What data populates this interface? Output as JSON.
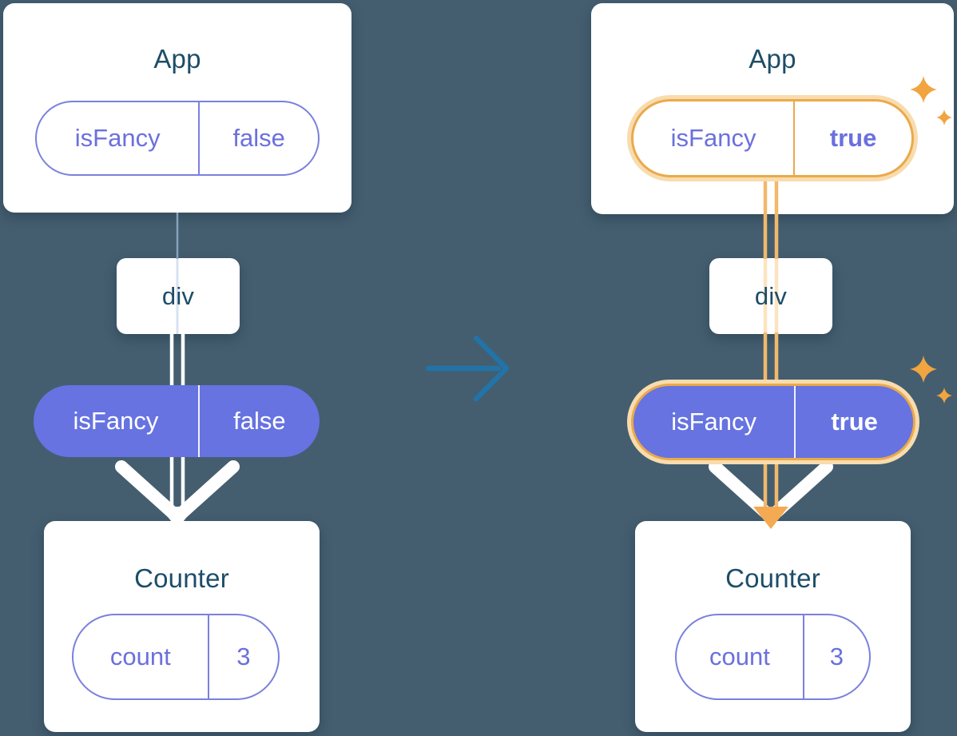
{
  "diagram": {
    "kind": "react-prop-flow-before-after",
    "transition_arrow": {
      "direction": "right"
    }
  },
  "before": {
    "app": {
      "title": "App",
      "prop": {
        "name": "isFancy",
        "value": "false"
      }
    },
    "div": {
      "label": "div"
    },
    "passed_prop": {
      "name": "isFancy",
      "value": "false"
    },
    "counter": {
      "title": "Counter",
      "state": {
        "name": "count",
        "value": "3"
      }
    }
  },
  "after": {
    "app": {
      "title": "App",
      "prop": {
        "name": "isFancy",
        "value": "true"
      }
    },
    "div": {
      "label": "div"
    },
    "passed_prop": {
      "name": "isFancy",
      "value": "true"
    },
    "counter": {
      "title": "Counter",
      "state": {
        "name": "count",
        "value": "3"
      }
    }
  },
  "colors": {
    "background": "#445e70",
    "card": "#ffffff",
    "title_text": "#1d4d68",
    "pill_fill_purple": "#6673e1",
    "pill_text_purple": "#6b70de",
    "pill_border_purple": "#7b80dd",
    "highlight_orange": "#eba94b",
    "highlight_glow": "#f8dcae",
    "orange_line": "#f2b96b",
    "sparkle": "#f1a43f",
    "transition_arrow_blue": "#2273a8",
    "white_arrow": "#ffffff"
  }
}
